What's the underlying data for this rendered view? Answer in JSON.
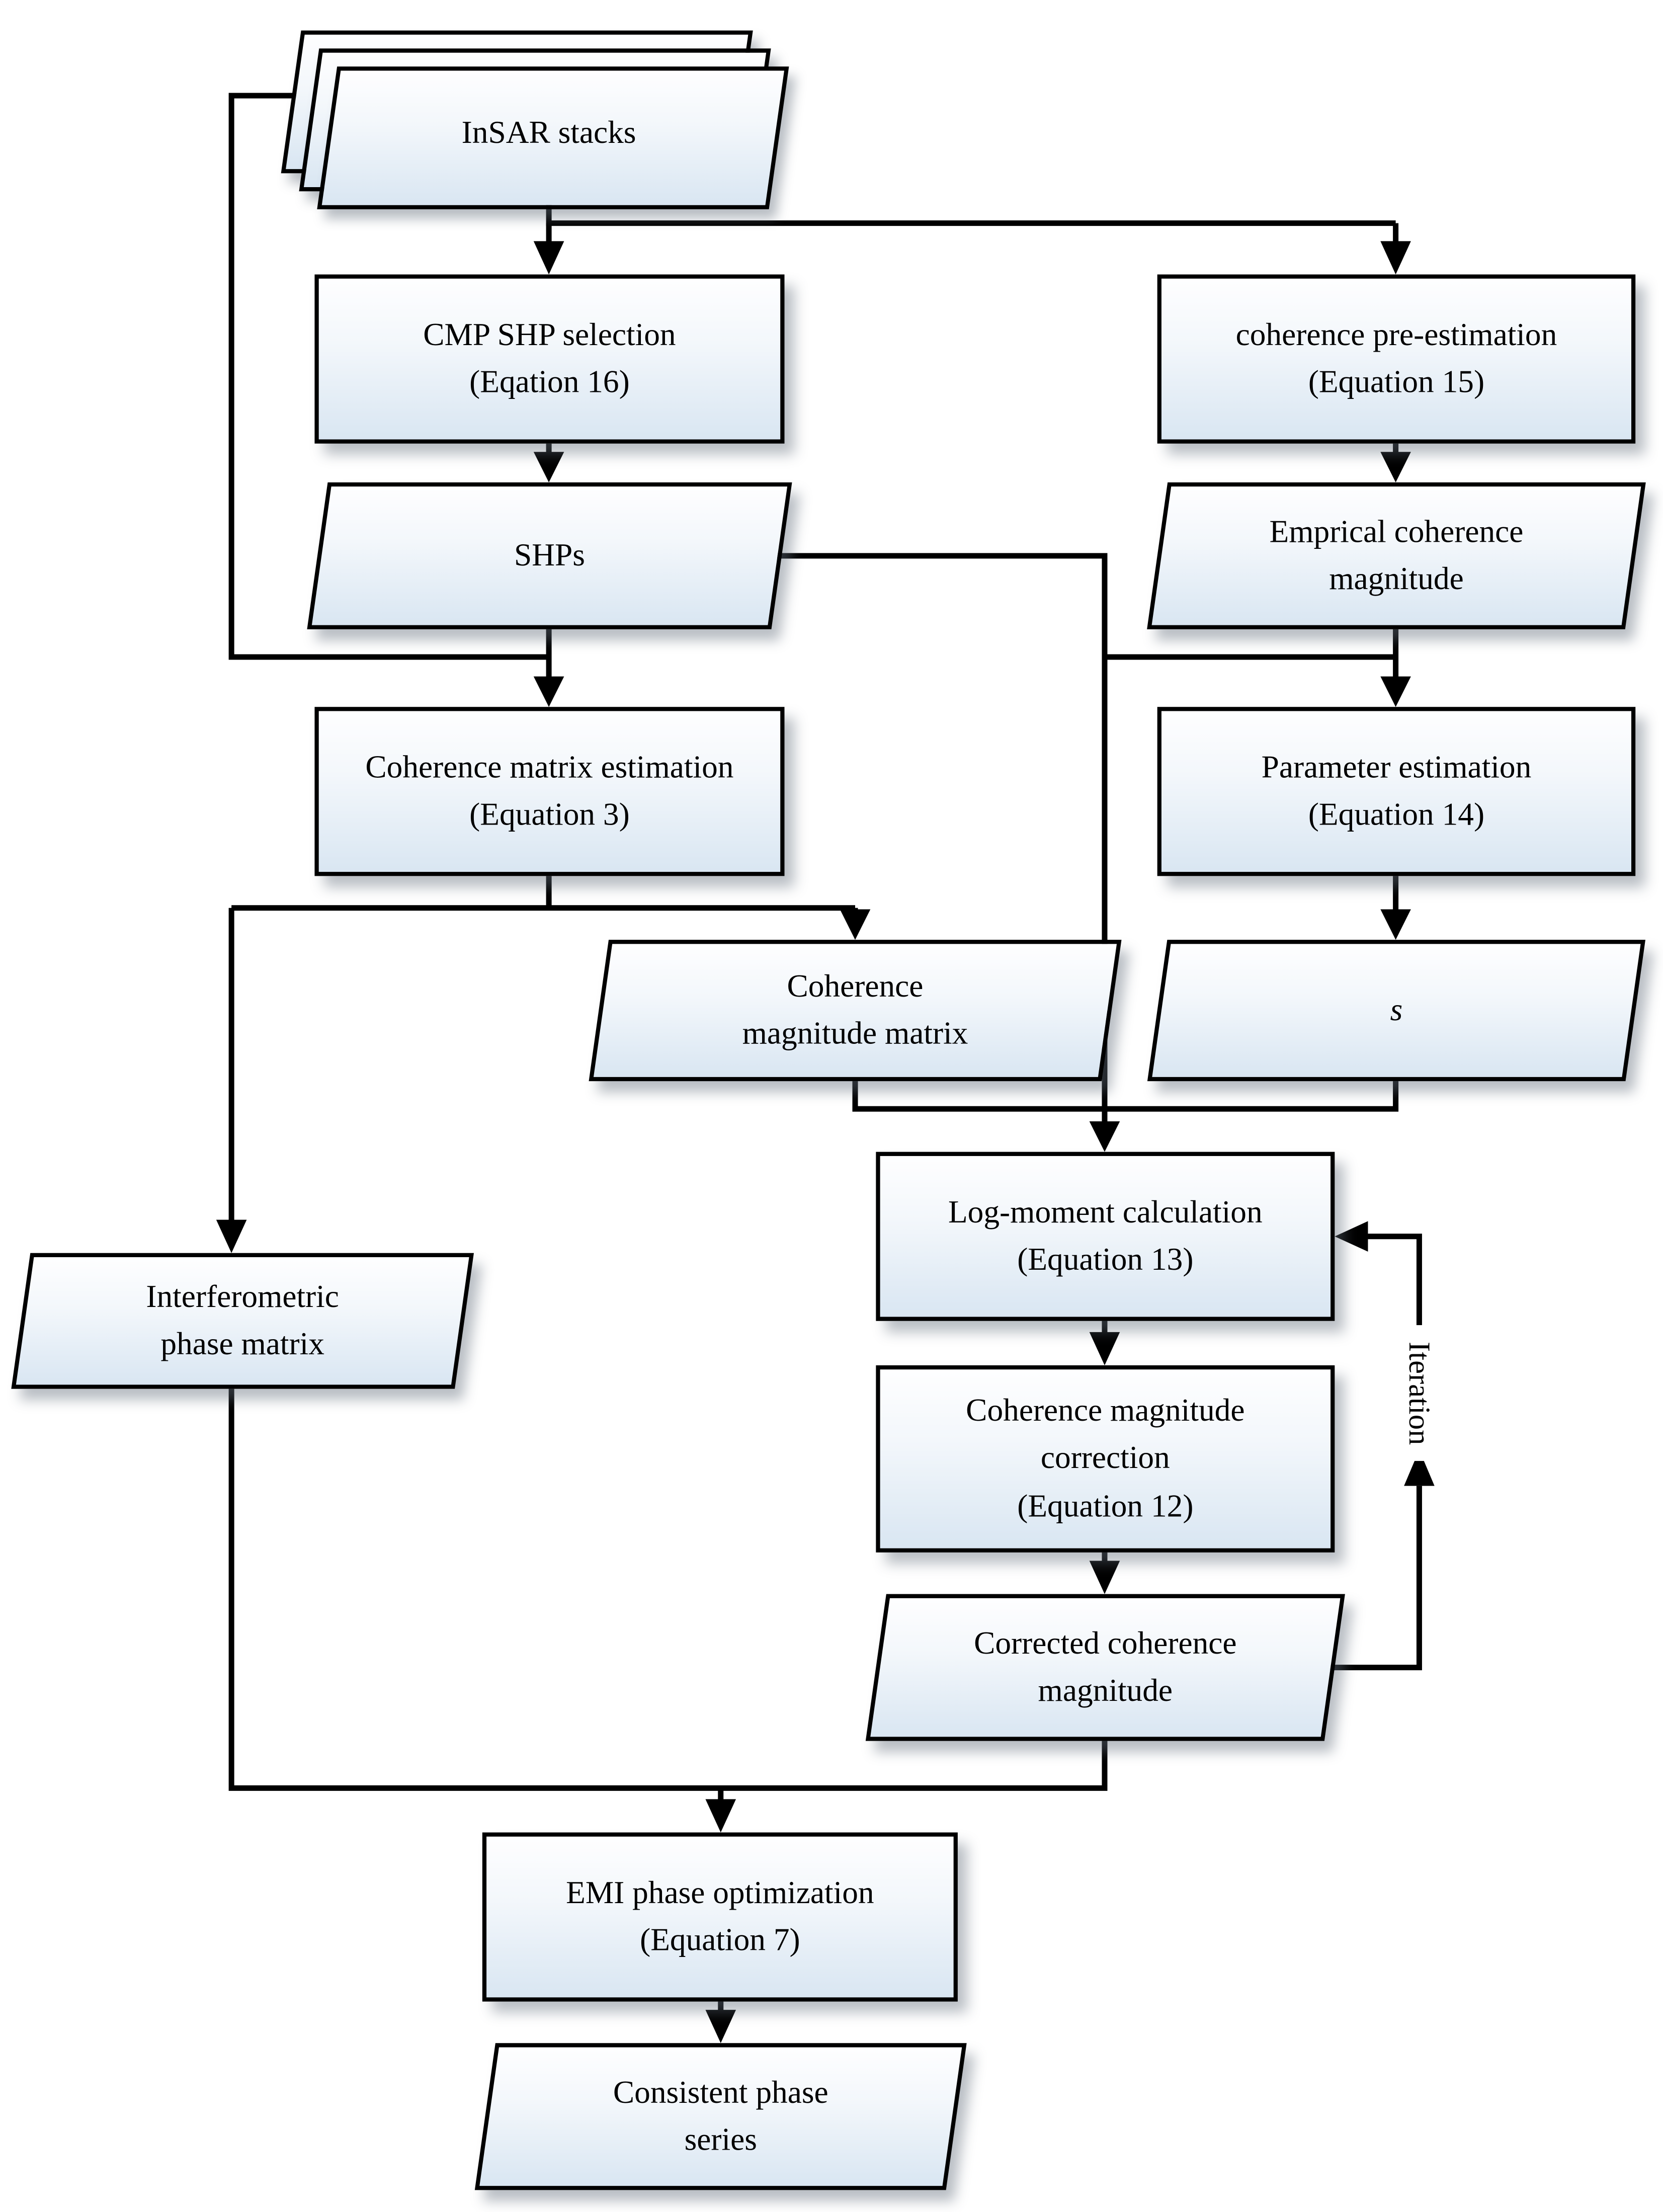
{
  "diagram": {
    "nodes": {
      "insar_stacks": {
        "label": "InSAR stacks"
      },
      "cmp_shp_selection": {
        "line1": "CMP SHP selection",
        "line2": "(Eqation 16)"
      },
      "coherence_pre_estimation": {
        "line1": "coherence pre-estimation",
        "line2": "(Equation 15)"
      },
      "shps": {
        "label": "SHPs"
      },
      "empirical_coherence_magnitude": {
        "line1": "Emprical coherence",
        "line2": "magnitude"
      },
      "coherence_matrix_estimation": {
        "line1": "Coherence matrix estimation",
        "line2": "(Equation 3)"
      },
      "parameter_estimation": {
        "line1": "Parameter estimation",
        "line2": "(Equation 14)"
      },
      "coherence_magnitude_matrix": {
        "line1": "Coherence",
        "line2": "magnitude matrix"
      },
      "s_parameter": {
        "label": "s"
      },
      "log_moment_calculation": {
        "line1": "Log-moment calculation",
        "line2": "(Equation 13)"
      },
      "coherence_magnitude_correction": {
        "line1": "Coherence magnitude",
        "line2": "correction",
        "line3": "(Equation 12)"
      },
      "corrected_coherence_magnitude": {
        "line1": "Corrected coherence",
        "line2": "magnitude"
      },
      "interferometric_phase_matrix": {
        "line1": "Interferometric",
        "line2": "phase matrix"
      },
      "emi_phase_optimization": {
        "line1": "EMI phase optimization",
        "line2": "(Equation 7)"
      },
      "consistent_phase_series": {
        "line1": "Consistent phase",
        "line2": "series"
      }
    },
    "labels": {
      "iteration": "Iteration"
    },
    "colors": {
      "shape_fill_top": "#fefeff",
      "shape_fill_bottom": "#d9e6f2",
      "stroke": "#000000",
      "background": "#ffffff"
    }
  }
}
